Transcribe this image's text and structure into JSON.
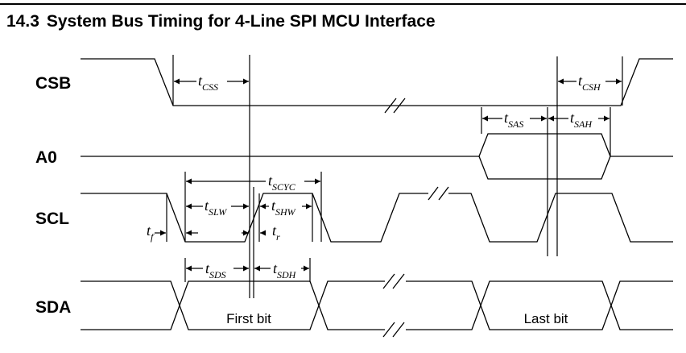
{
  "section": {
    "number": "14.3",
    "title": "System Bus Timing for 4-Line SPI MCU Interface"
  },
  "signals": {
    "csb": "CSB",
    "a0": "A0",
    "scl": "SCL",
    "sda": "SDA"
  },
  "timing_labels": {
    "css": {
      "main": "t",
      "sub": "CSS"
    },
    "csh": {
      "main": "t",
      "sub": "CSH"
    },
    "sas": {
      "main": "t",
      "sub": "SAS"
    },
    "sah": {
      "main": "t",
      "sub": "SAH"
    },
    "scyc": {
      "main": "t",
      "sub": "SCYC"
    },
    "slw": {
      "main": "t",
      "sub": "SLW"
    },
    "shw": {
      "main": "t",
      "sub": "SHW"
    },
    "f": {
      "main": "t",
      "sub": "f"
    },
    "r": {
      "main": "t",
      "sub": "r"
    },
    "sds": {
      "main": "t",
      "sub": "SDS"
    },
    "sdh": {
      "main": "t",
      "sub": "SDH"
    }
  },
  "bits": {
    "first": "First bit",
    "last": "Last bit"
  }
}
